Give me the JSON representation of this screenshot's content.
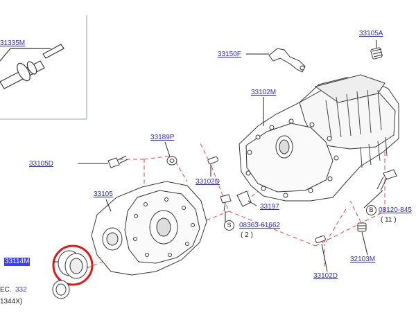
{
  "labels": {
    "l31335m": "31335M",
    "l33105a": "33105A",
    "l33150f": "33150F",
    "l33102m": "33102M",
    "l33189p": "33189P",
    "l33105d": "33105D",
    "l33102d_top": "33102D",
    "l33105": "33105",
    "l33197": "33197",
    "l08363": "08363-61662",
    "l08120": "08120-845",
    "l32103m": "32103M",
    "l33114m": "33114M",
    "l33102d_bot": "33102D"
  },
  "plain": {
    "qty2": "( 2 )",
    "qty11": "( 11 )",
    "sec_prefix": "EC.",
    "sec_number": "332",
    "sec_ref": "1344X)"
  },
  "badges": {
    "s": "S",
    "b": "B"
  },
  "colors": {
    "link": "#2b2bd6",
    "highlight_bg": "#3d3dff",
    "dash": "#e04a4a",
    "circle": "#e01818",
    "line": "#222222"
  }
}
